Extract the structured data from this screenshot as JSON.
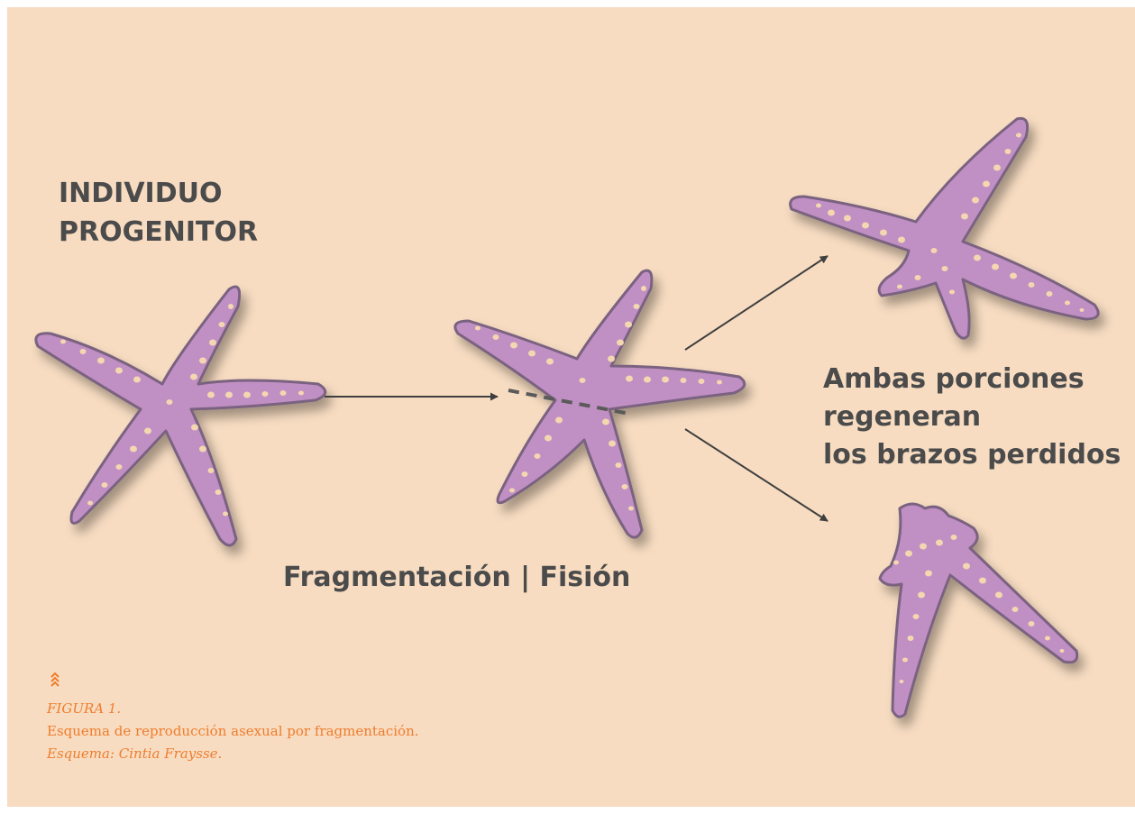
{
  "labels": {
    "parent_line1": "INDIVIDUO",
    "parent_line2": "PROGENITOR",
    "process": "Fragmentación | Fisión",
    "regen_line1": "Ambas porciones",
    "regen_line2": "regeneran",
    "regen_line3": "los brazos perdidos"
  },
  "caption": {
    "icon": "double-chevron-up-icon",
    "figure_label": "FIGURA 1.",
    "description": "Esquema de reproducción asexual por fragmentación.",
    "credit": "Esquema: Cintia Fraysse."
  },
  "colors": {
    "background": "#f7dcc1",
    "starfish_fill": "#c08fc3",
    "starfish_outline": "#7a6280",
    "dots": "#f3d7b0",
    "arrow": "#3f3f3f",
    "text": "#4b4b4b",
    "caption": "#ef7d2d"
  }
}
